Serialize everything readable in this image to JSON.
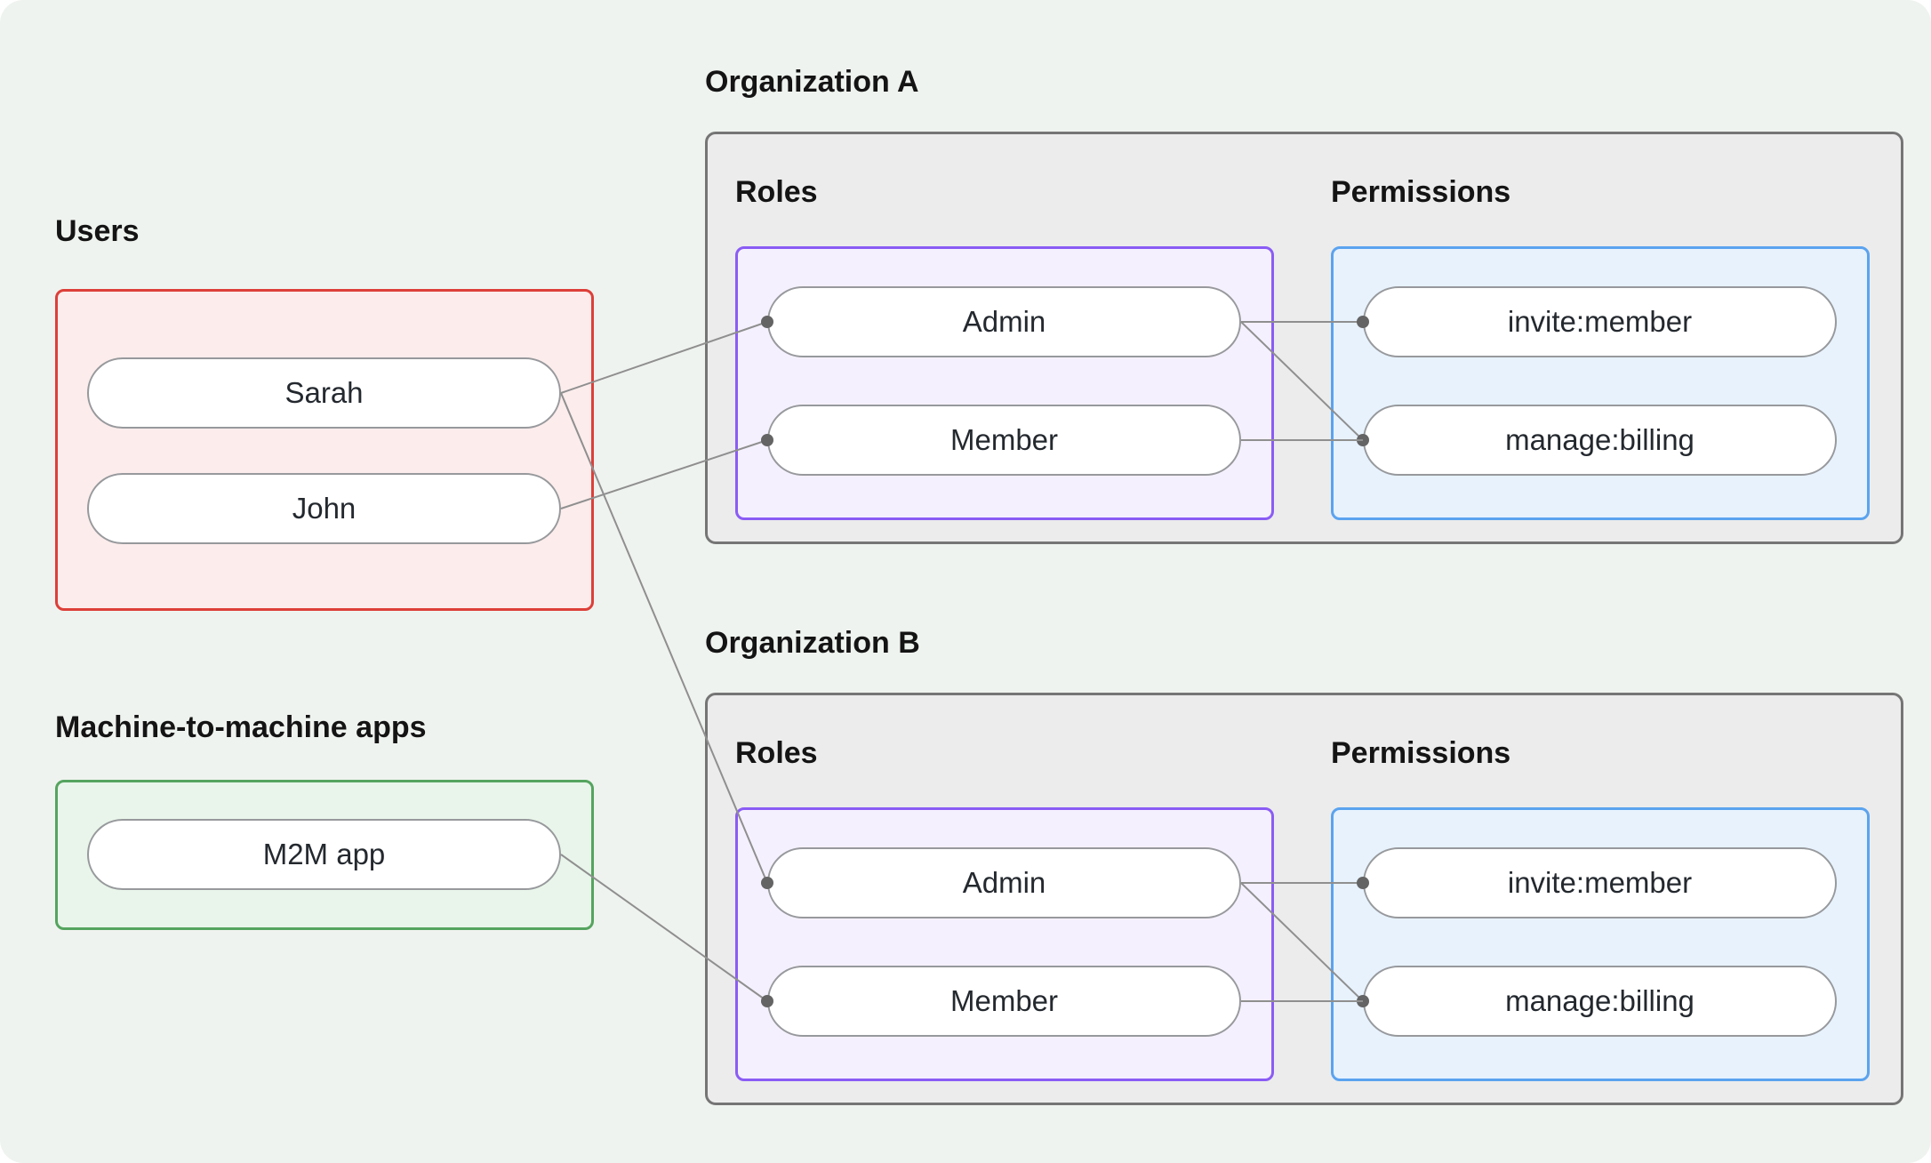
{
  "diagram": {
    "users": {
      "title": "Users",
      "nodes": [
        {
          "id": "user-sarah",
          "label": "Sarah"
        },
        {
          "id": "user-john",
          "label": "John"
        }
      ]
    },
    "m2m": {
      "title": "Machine-to-machine apps",
      "nodes": [
        {
          "id": "m2m-app",
          "label": "M2M app"
        }
      ]
    },
    "organizations": [
      {
        "title": "Organization A",
        "roles": {
          "title": "Roles",
          "nodes": [
            {
              "id": "orgA-role-admin",
              "label": "Admin"
            },
            {
              "id": "orgA-role-member",
              "label": "Member"
            }
          ]
        },
        "permissions": {
          "title": "Permissions",
          "nodes": [
            {
              "id": "orgA-perm-invite",
              "label": "invite:member"
            },
            {
              "id": "orgA-perm-manage",
              "label": "manage:billing"
            }
          ]
        }
      },
      {
        "title": "Organization B",
        "roles": {
          "title": "Roles",
          "nodes": [
            {
              "id": "orgB-role-admin",
              "label": "Admin"
            },
            {
              "id": "orgB-role-member",
              "label": "Member"
            }
          ]
        },
        "permissions": {
          "title": "Permissions",
          "nodes": [
            {
              "id": "orgB-perm-invite",
              "label": "invite:member"
            },
            {
              "id": "orgB-perm-manage",
              "label": "manage:billing"
            }
          ]
        }
      }
    ],
    "edges": [
      {
        "from": "user-sarah",
        "to": "orgA-role-admin"
      },
      {
        "from": "user-john",
        "to": "orgA-role-member"
      },
      {
        "from": "user-sarah",
        "to": "orgB-role-admin"
      },
      {
        "from": "m2m-app",
        "to": "orgB-role-member"
      },
      {
        "from": "orgA-role-admin",
        "to": "orgA-perm-invite"
      },
      {
        "from": "orgA-role-admin",
        "to": "orgA-perm-manage"
      },
      {
        "from": "orgA-role-member",
        "to": "orgA-perm-manage"
      },
      {
        "from": "orgB-role-admin",
        "to": "orgB-perm-invite"
      },
      {
        "from": "orgB-role-admin",
        "to": "orgB-perm-manage"
      },
      {
        "from": "orgB-role-member",
        "to": "orgB-perm-manage"
      }
    ],
    "colors": {
      "background": "#eff3ef",
      "users_border": "#dd3f39",
      "users_fill": "#fcecec",
      "m2m_border": "#55a45f",
      "m2m_fill": "#e9f5ea",
      "org_border": "#757575",
      "org_fill": "#ececec",
      "roles_border": "#8a5cf5",
      "roles_fill": "#f5f0fe",
      "permissions_border": "#5ba3ef",
      "permissions_fill": "#e7f2fd",
      "edge": "#8f8f8f",
      "dot": "#646464"
    }
  }
}
